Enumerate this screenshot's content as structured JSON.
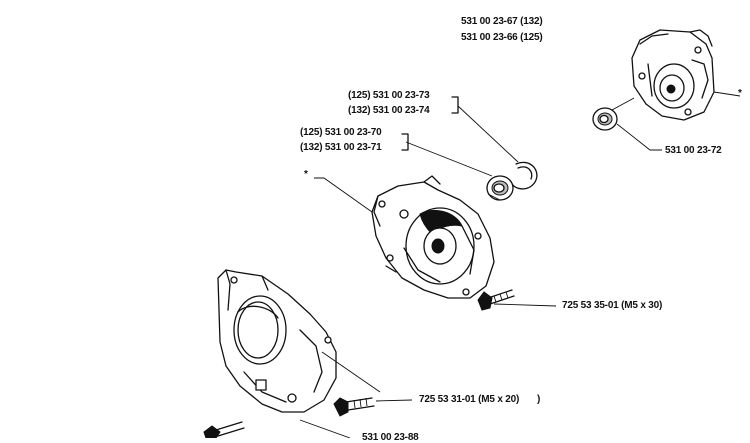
{
  "labels": {
    "housing_top": [
      "531 00 23-67 (132)",
      "531 00 23-66 (125)"
    ],
    "circlip": [
      "(125) 531 00 23-73",
      "(132) 531 00 23-74"
    ],
    "bearing": [
      "(125) 531 00 23-70",
      "(132) 531 00 23-71"
    ],
    "seal_right": "531 00 23-72",
    "screw_upper": "725 53 35-01 (M5 x 30)",
    "screw_lower": "725 53 31-01 (M5 x 20)",
    "screw_lower_suffix": ")",
    "bottom_cut": "531 00 23-88",
    "star_left": "*",
    "star_right": "*"
  }
}
